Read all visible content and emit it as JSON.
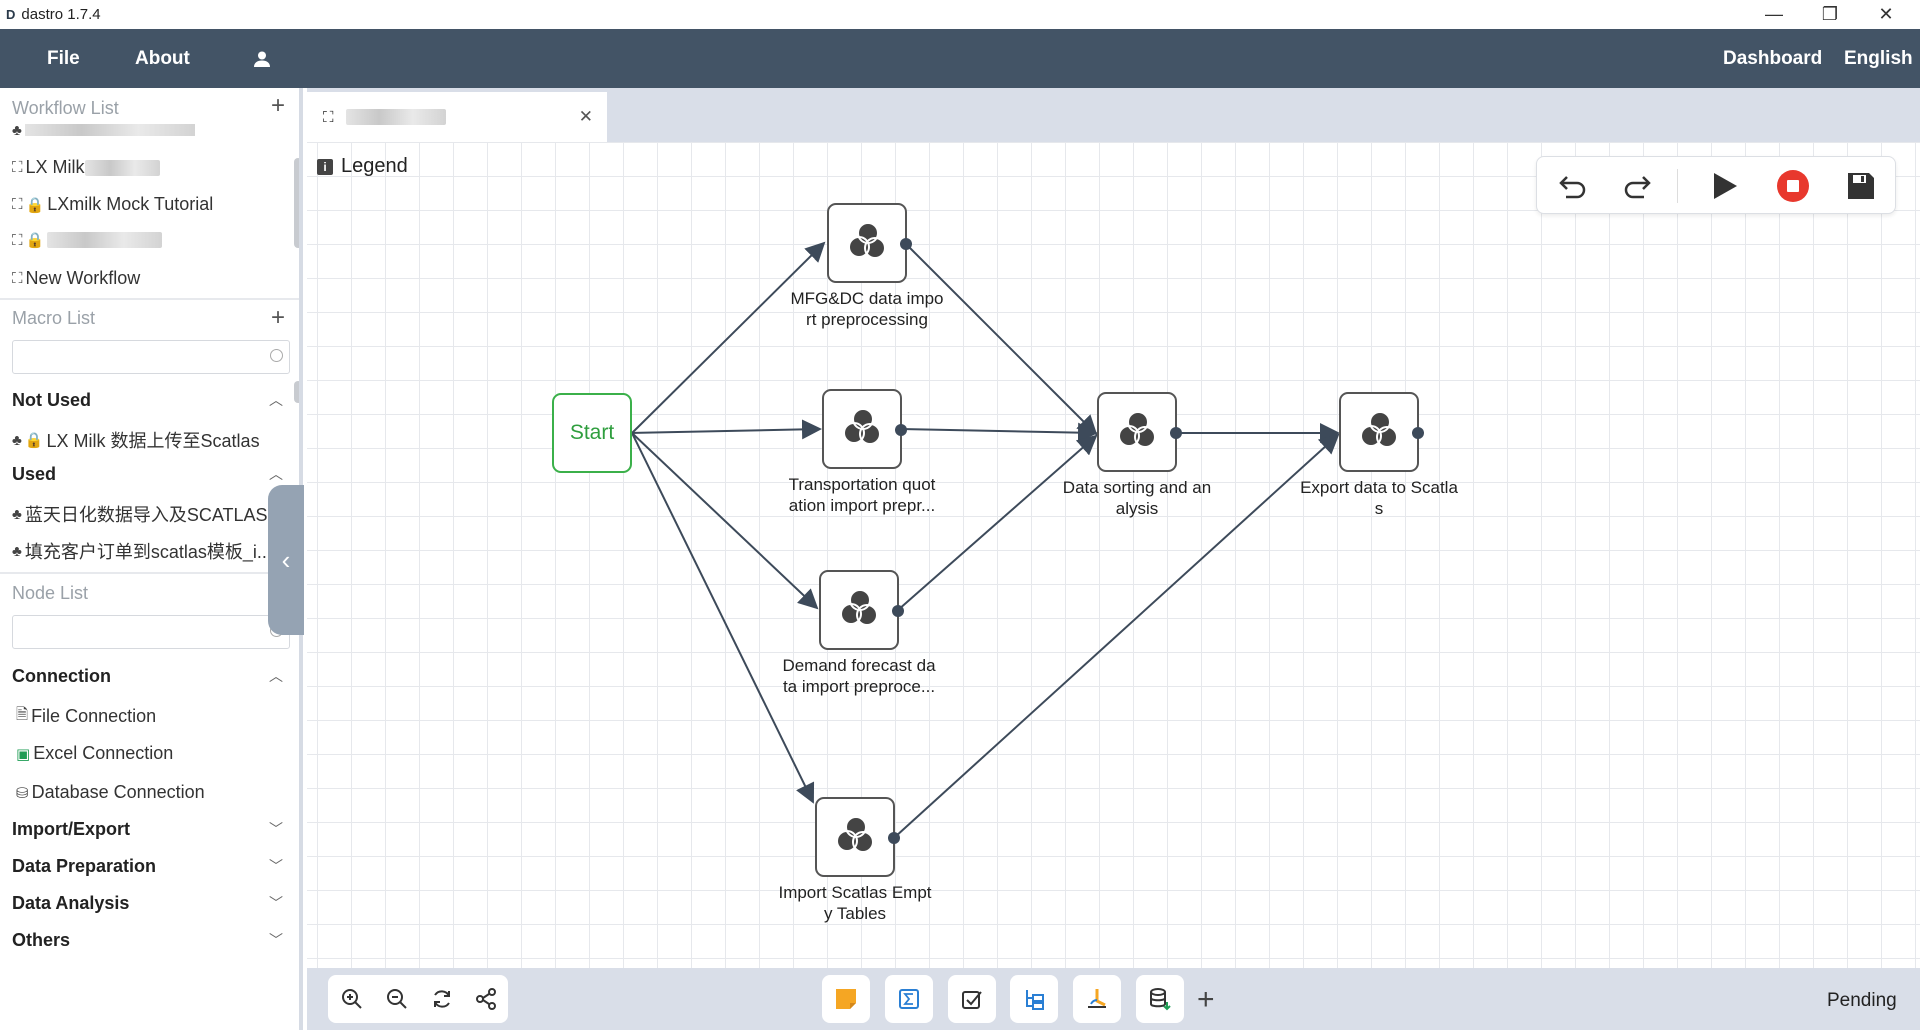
{
  "window": {
    "title": "dastro 1.7.4",
    "logo": "D",
    "controls": [
      "minimize-icon",
      "restore-icon",
      "close-icon"
    ]
  },
  "menubar": {
    "file": "File",
    "about": "About",
    "user_icon": "user-icon",
    "dashboard": "Dashboard",
    "language": "English"
  },
  "sidebar": {
    "workflow_list": {
      "title": "Workflow List",
      "items": [
        {
          "label": "LX Milk",
          "locked": false
        },
        {
          "label": "LXmilk Mock Tutorial",
          "locked": true
        },
        {
          "label": "",
          "locked": true
        },
        {
          "label": "New Workflow",
          "locked": false
        }
      ]
    },
    "macro_list": {
      "title": "Macro List",
      "search_placeholder": "",
      "not_used": {
        "title": "Not Used",
        "items": [
          "LX Milk 数据上传至Scatlas"
        ]
      },
      "used": {
        "title": "Used",
        "items": [
          "蓝天日化数据导入及SCATLAS...",
          "填充客户订单到scatlas模板_i..."
        ]
      }
    },
    "node_list": {
      "title": "Node List",
      "search_placeholder": "",
      "categories": [
        {
          "title": "Connection",
          "expanded": true,
          "items": [
            "File Connection",
            "Excel Connection",
            "Database Connection"
          ]
        },
        {
          "title": "Import/Export",
          "expanded": false
        },
        {
          "title": "Data Preparation",
          "expanded": false
        },
        {
          "title": "Data Analysis",
          "expanded": false
        },
        {
          "title": "Others",
          "expanded": false
        }
      ]
    }
  },
  "tab": {
    "title": "",
    "close_icon": "close-icon"
  },
  "canvas": {
    "legend": "Legend",
    "start": "Start",
    "nodes": [
      {
        "id": "n1",
        "label_l1": "MFG&DC data impo",
        "label_l2": "rt preprocessing"
      },
      {
        "id": "n2",
        "label_l1": "Transportation quot",
        "label_l2": "ation import prepr..."
      },
      {
        "id": "n3",
        "label_l1": "Demand forecast da",
        "label_l2": "ta import preproce..."
      },
      {
        "id": "n4",
        "label_l1": "Import Scatlas Empt",
        "label_l2": "y Tables"
      },
      {
        "id": "n5",
        "label_l1": "Data sorting and an",
        "label_l2": "alysis"
      },
      {
        "id": "n6",
        "label_l1": "Export data to Scatla",
        "label_l2": "s"
      }
    ]
  },
  "toolbar": {
    "undo": "undo-icon",
    "redo": "redo-icon",
    "run": "play-icon",
    "stop": "stop-icon",
    "save": "save-icon"
  },
  "bottom": {
    "zoom_tools": [
      "zoom-in-icon",
      "zoom-out-icon",
      "refresh-icon",
      "share-icon"
    ],
    "node_tools": [
      "note-icon",
      "formula-icon",
      "check-icon",
      "tree-icon",
      "chart-icon",
      "database-icon",
      "add-icon"
    ],
    "status": "Pending"
  },
  "colors": {
    "menubar": "#435466",
    "start_green": "#3bb04a",
    "stop_red": "#e8382d",
    "lock": "#e2a11c"
  }
}
